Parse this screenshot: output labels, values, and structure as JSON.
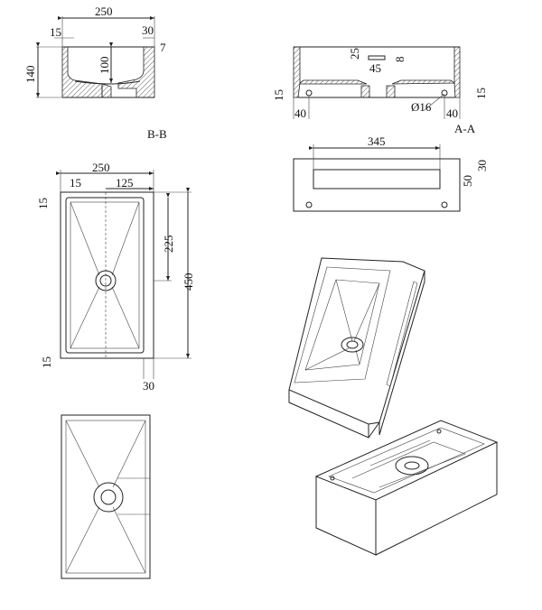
{
  "section_bb": {
    "label": "B-B",
    "dims": {
      "width": "250",
      "left_wall": "15",
      "right_wall": "30",
      "lip": "7",
      "height": "140",
      "depth": "100"
    }
  },
  "section_aa": {
    "label": "A-A",
    "dims": {
      "top_offset": "25",
      "slot_height": "8",
      "slot_width": "45",
      "left_height": "15",
      "right_height": "15",
      "left_offset": "40",
      "right_offset": "40",
      "hole_diameter": "Ø16"
    }
  },
  "side_view": {
    "dims": {
      "slot_length": "345",
      "slot_top": "30",
      "slot_height": "50"
    }
  },
  "plan_view": {
    "dims": {
      "width": "250",
      "left_wall": "15",
      "drain_offset": "125",
      "drain_center": "225",
      "length": "450",
      "top_wall": "15",
      "bottom_wall": "15",
      "right_wall": "30"
    }
  },
  "colors": {
    "line": "#222222",
    "background": "#ffffff"
  }
}
